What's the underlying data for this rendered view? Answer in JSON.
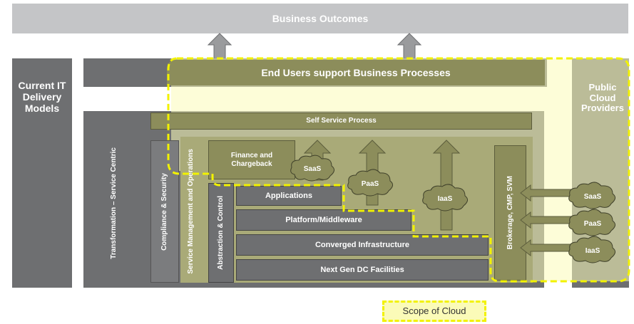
{
  "top": {
    "business_outcomes": "Business Outcomes"
  },
  "left": {
    "current_it": "Current IT Delivery Models"
  },
  "right": {
    "public_cloud": "Public Cloud Providers"
  },
  "bands": {
    "end_users": "End Users support Business Processes",
    "self_service": "Self Service Process"
  },
  "verticals": {
    "transformation": "Transformation – Service Centric",
    "compliance": "Compliance & Security",
    "service_mgmt": "Service Management and Operations",
    "abstraction": "Abstraction & Control",
    "brokerage": "Brokerage, CMP, SVM"
  },
  "blocks": {
    "finance": "Finance and Chargeback",
    "applications": "Applications",
    "platform": "Platform/Middleware",
    "converged": "Converged Infrastructure",
    "next_gen": "Next Gen DC Facilities"
  },
  "clouds": {
    "saas_inner": "SaaS",
    "paas_inner": "PaaS",
    "iaas_inner": "IaaS",
    "saas_public": "SaaS",
    "paas_public": "PaaS",
    "iaas_public": "IaaS"
  },
  "legend": {
    "scope": "Scope of Cloud"
  },
  "colors": {
    "dark_gray": "#6e6f71",
    "light_gray": "#c4c5c7",
    "olive": "#8c8d5b",
    "scope_fill": "#fbfbb8",
    "scope_border": "#f2f200"
  }
}
